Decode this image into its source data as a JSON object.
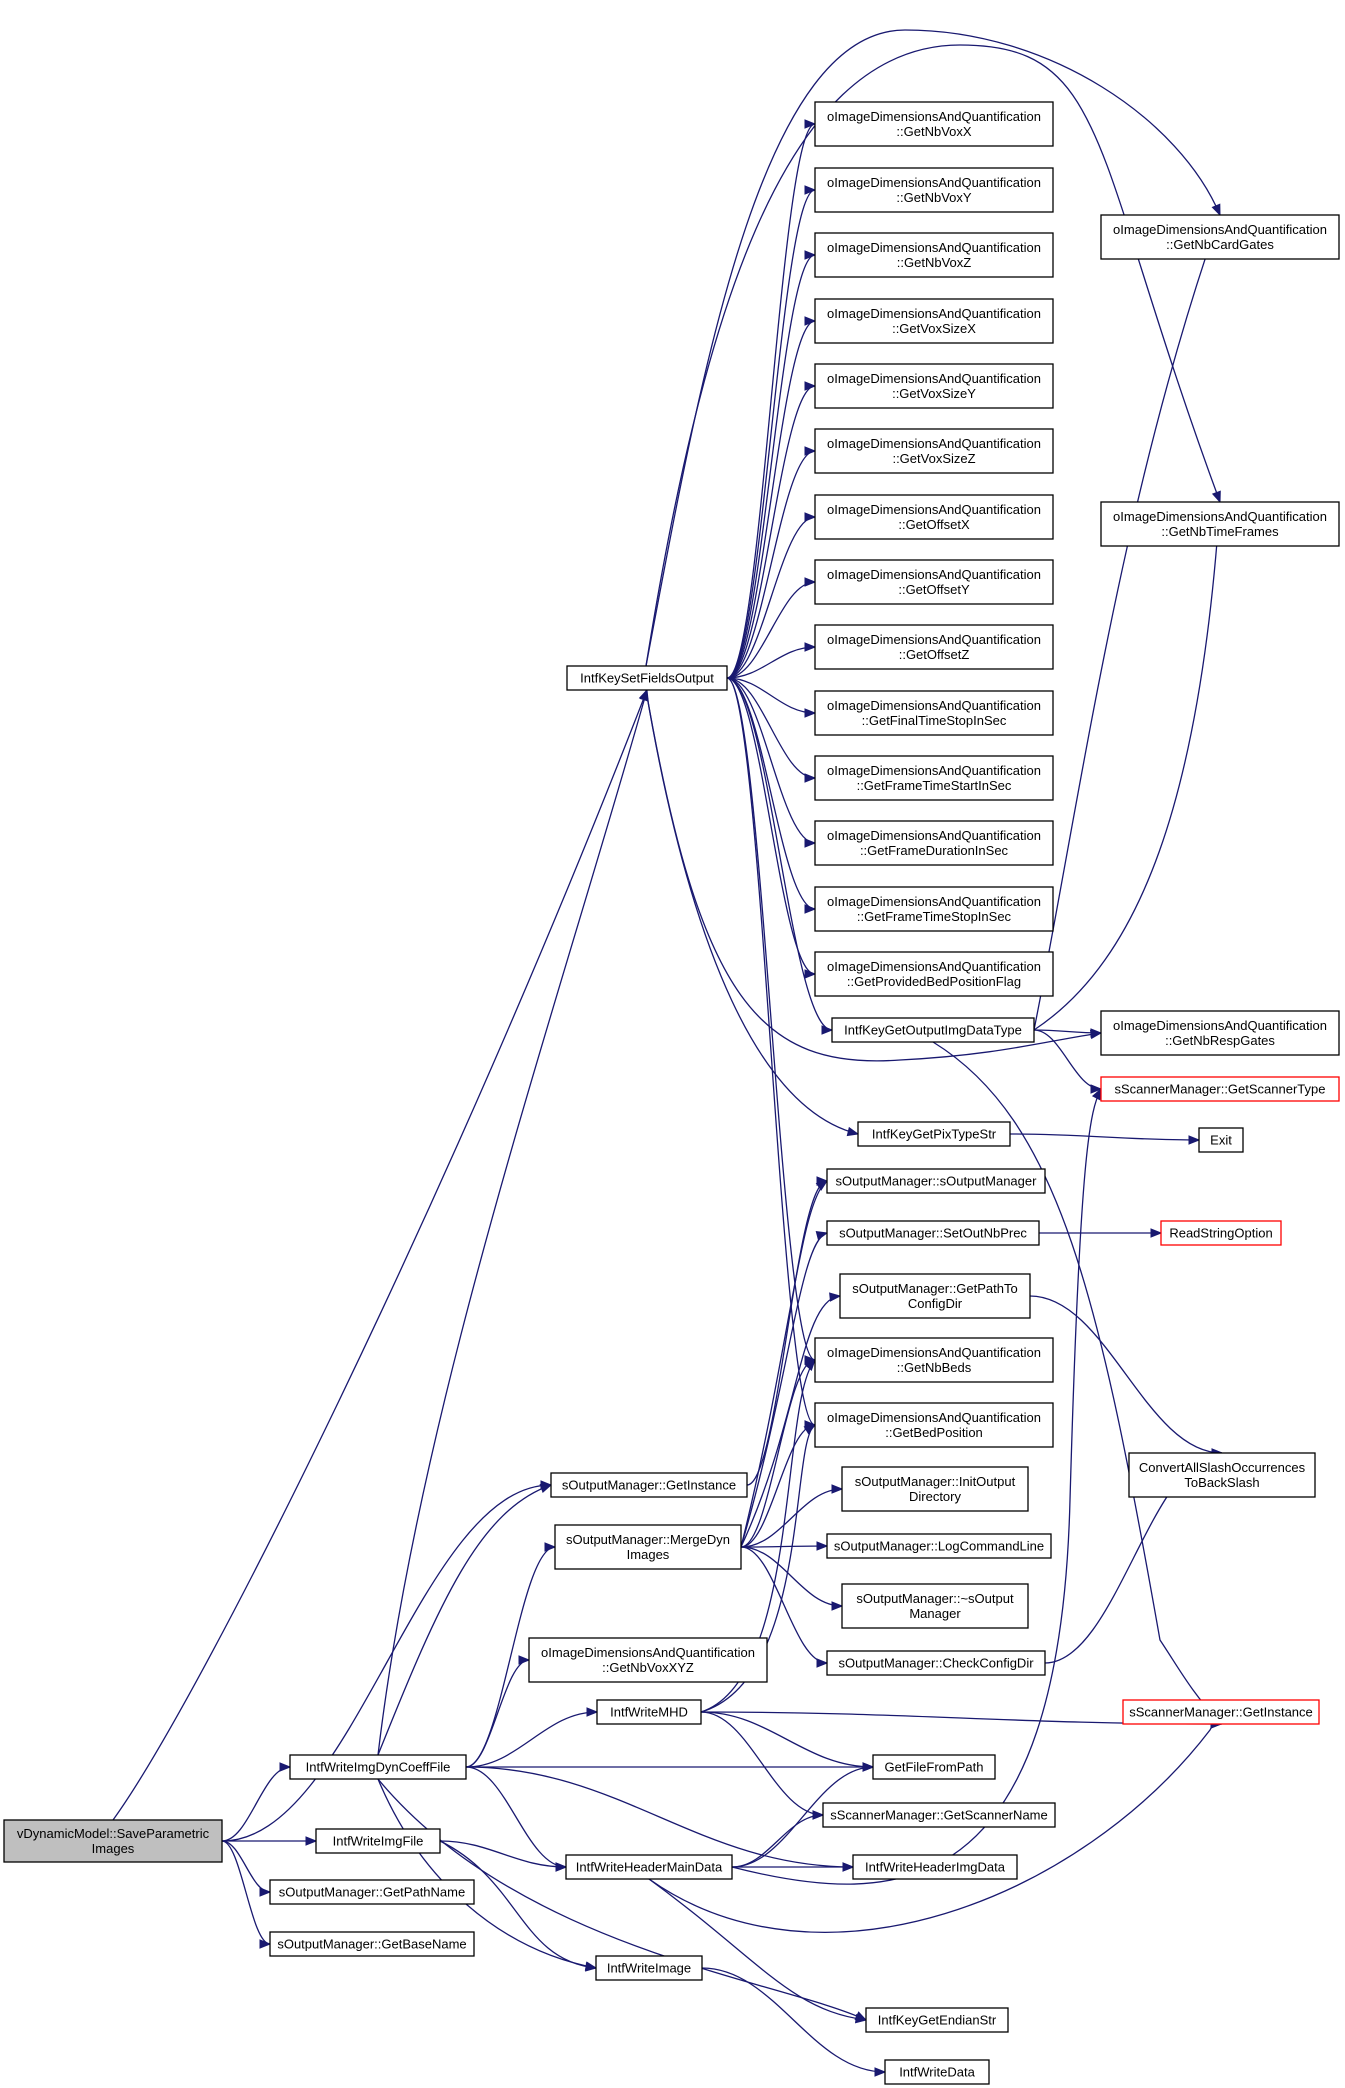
{
  "graph": {
    "nodes": [
      {
        "id": "root",
        "lines": [
          "vDynamicModel::SaveParametric",
          "Images"
        ]
      },
      {
        "id": "intf_key_set_fields_output",
        "lines": [
          "IntfKeySetFieldsOutput"
        ]
      },
      {
        "id": "get_nb_vox_x",
        "lines": [
          "oImageDimensionsAndQuantification",
          "::GetNbVoxX"
        ]
      },
      {
        "id": "get_nb_vox_y",
        "lines": [
          "oImageDimensionsAndQuantification",
          "::GetNbVoxY"
        ]
      },
      {
        "id": "get_nb_vox_z",
        "lines": [
          "oImageDimensionsAndQuantification",
          "::GetNbVoxZ"
        ]
      },
      {
        "id": "get_vox_size_x",
        "lines": [
          "oImageDimensionsAndQuantification",
          "::GetVoxSizeX"
        ]
      },
      {
        "id": "get_vox_size_y",
        "lines": [
          "oImageDimensionsAndQuantification",
          "::GetVoxSizeY"
        ]
      },
      {
        "id": "get_vox_size_z",
        "lines": [
          "oImageDimensionsAndQuantification",
          "::GetVoxSizeZ"
        ]
      },
      {
        "id": "get_offset_x",
        "lines": [
          "oImageDimensionsAndQuantification",
          "::GetOffsetX"
        ]
      },
      {
        "id": "get_offset_y",
        "lines": [
          "oImageDimensionsAndQuantification",
          "::GetOffsetY"
        ]
      },
      {
        "id": "get_offset_z",
        "lines": [
          "oImageDimensionsAndQuantification",
          "::GetOffsetZ"
        ]
      },
      {
        "id": "get_final_time_stop",
        "lines": [
          "oImageDimensionsAndQuantification",
          "::GetFinalTimeStopInSec"
        ]
      },
      {
        "id": "get_frame_time_start",
        "lines": [
          "oImageDimensionsAndQuantification",
          "::GetFrameTimeStartInSec"
        ]
      },
      {
        "id": "get_frame_duration",
        "lines": [
          "oImageDimensionsAndQuantification",
          "::GetFrameDurationInSec"
        ]
      },
      {
        "id": "get_frame_time_stop",
        "lines": [
          "oImageDimensionsAndQuantification",
          "::GetFrameTimeStopInSec"
        ]
      },
      {
        "id": "get_provided_bed_flag",
        "lines": [
          "oImageDimensionsAndQuantification",
          "::GetProvidedBedPositionFlag"
        ]
      },
      {
        "id": "intf_key_get_output_img_data_type",
        "lines": [
          "IntfKeyGetOutputImgDataType"
        ]
      },
      {
        "id": "intf_key_get_pix_type_str",
        "lines": [
          "IntfKeyGetPixTypeStr"
        ]
      },
      {
        "id": "get_nb_card_gates",
        "lines": [
          "oImageDimensionsAndQuantification",
          "::GetNbCardGates"
        ]
      },
      {
        "id": "get_nb_time_frames",
        "lines": [
          "oImageDimensionsAndQuantification",
          "::GetNbTimeFrames"
        ]
      },
      {
        "id": "get_nb_resp_gates",
        "lines": [
          "oImageDimensionsAndQuantification",
          "::GetNbRespGates"
        ]
      },
      {
        "id": "scanner_get_scanner_type",
        "lines": [
          "sScannerManager::GetScannerType"
        ],
        "red": true
      },
      {
        "id": "exit",
        "lines": [
          "Exit"
        ]
      },
      {
        "id": "output_manager_ctor",
        "lines": [
          "sOutputManager::sOutputManager"
        ]
      },
      {
        "id": "set_out_nb_prec",
        "lines": [
          "sOutputManager::SetOutNbPrec"
        ]
      },
      {
        "id": "read_string_option",
        "lines": [
          "ReadStringOption"
        ],
        "red": true
      },
      {
        "id": "get_path_to_config_dir",
        "lines": [
          "sOutputManager::GetPathTo",
          "ConfigDir"
        ]
      },
      {
        "id": "get_nb_beds",
        "lines": [
          "oImageDimensionsAndQuantification",
          "::GetNbBeds"
        ]
      },
      {
        "id": "get_bed_position",
        "lines": [
          "oImageDimensionsAndQuantification",
          "::GetBedPosition"
        ]
      },
      {
        "id": "convert_all_slash",
        "lines": [
          "ConvertAllSlashOccurrences",
          "ToBackSlash"
        ]
      },
      {
        "id": "output_get_instance",
        "lines": [
          "sOutputManager::GetInstance"
        ]
      },
      {
        "id": "init_output_directory",
        "lines": [
          "sOutputManager::InitOutput",
          "Directory"
        ]
      },
      {
        "id": "merge_dyn_images",
        "lines": [
          "sOutputManager::MergeDyn",
          "Images"
        ]
      },
      {
        "id": "log_command_line",
        "lines": [
          "sOutputManager::LogCommandLine"
        ]
      },
      {
        "id": "output_manager_dtor",
        "lines": [
          "sOutputManager::~sOutput",
          "Manager"
        ]
      },
      {
        "id": "get_nb_vox_xyz",
        "lines": [
          "oImageDimensionsAndQuantification",
          "::GetNbVoxXYZ"
        ]
      },
      {
        "id": "check_config_dir",
        "lines": [
          "sOutputManager::CheckConfigDir"
        ]
      },
      {
        "id": "intf_write_mhd",
        "lines": [
          "IntfWriteMHD"
        ]
      },
      {
        "id": "scanner_get_instance",
        "lines": [
          "sScannerManager::GetInstance"
        ],
        "red": true
      },
      {
        "id": "intf_write_img_dyn_coeff_file",
        "lines": [
          "IntfWriteImgDynCoeffFile"
        ]
      },
      {
        "id": "get_file_from_path",
        "lines": [
          "GetFileFromPath"
        ]
      },
      {
        "id": "scanner_get_scanner_name",
        "lines": [
          "sScannerManager::GetScannerName"
        ]
      },
      {
        "id": "intf_write_img_file",
        "lines": [
          "IntfWriteImgFile"
        ]
      },
      {
        "id": "intf_write_header_main_data",
        "lines": [
          "IntfWriteHeaderMainData"
        ]
      },
      {
        "id": "intf_write_header_img_data",
        "lines": [
          "IntfWriteHeaderImgData"
        ]
      },
      {
        "id": "get_path_name",
        "lines": [
          "sOutputManager::GetPathName"
        ]
      },
      {
        "id": "get_base_name",
        "lines": [
          "sOutputManager::GetBaseName"
        ]
      },
      {
        "id": "intf_write_image",
        "lines": [
          "IntfWriteImage"
        ]
      },
      {
        "id": "intf_key_get_endian_str",
        "lines": [
          "IntfKeyGetEndianStr"
        ]
      },
      {
        "id": "intf_write_data",
        "lines": [
          "IntfWriteData"
        ]
      }
    ],
    "edges": [
      [
        "root",
        "intf_key_set_fields_output"
      ],
      [
        "root",
        "output_get_instance"
      ],
      [
        "root",
        "intf_write_img_dyn_coeff_file"
      ],
      [
        "root",
        "intf_write_img_file"
      ],
      [
        "root",
        "get_path_name"
      ],
      [
        "root",
        "get_base_name"
      ],
      [
        "intf_key_set_fields_output",
        "get_nb_vox_x"
      ],
      [
        "intf_key_set_fields_output",
        "get_nb_vox_y"
      ],
      [
        "intf_key_set_fields_output",
        "get_nb_vox_z"
      ],
      [
        "intf_key_set_fields_output",
        "get_vox_size_x"
      ],
      [
        "intf_key_set_fields_output",
        "get_vox_size_y"
      ],
      [
        "intf_key_set_fields_output",
        "get_vox_size_z"
      ],
      [
        "intf_key_set_fields_output",
        "get_offset_x"
      ],
      [
        "intf_key_set_fields_output",
        "get_offset_y"
      ],
      [
        "intf_key_set_fields_output",
        "get_offset_z"
      ],
      [
        "intf_key_set_fields_output",
        "get_final_time_stop"
      ],
      [
        "intf_key_set_fields_output",
        "get_frame_time_start"
      ],
      [
        "intf_key_set_fields_output",
        "get_frame_duration"
      ],
      [
        "intf_key_set_fields_output",
        "get_frame_time_stop"
      ],
      [
        "intf_key_set_fields_output",
        "get_provided_bed_flag"
      ],
      [
        "intf_key_set_fields_output",
        "intf_key_get_output_img_data_type"
      ],
      [
        "intf_key_set_fields_output",
        "intf_key_get_pix_type_str"
      ],
      [
        "intf_key_set_fields_output",
        "get_nb_card_gates"
      ],
      [
        "intf_key_set_fields_output",
        "get_nb_time_frames"
      ],
      [
        "intf_key_set_fields_output",
        "get_nb_resp_gates"
      ],
      [
        "intf_key_set_fields_output",
        "get_nb_beds"
      ],
      [
        "intf_key_set_fields_output",
        "get_bed_position"
      ],
      [
        "intf_key_get_output_img_data_type",
        "get_nb_card_gates"
      ],
      [
        "intf_key_get_output_img_data_type",
        "get_nb_time_frames"
      ],
      [
        "intf_key_get_output_img_data_type",
        "get_nb_resp_gates"
      ],
      [
        "intf_key_get_output_img_data_type",
        "scanner_get_scanner_type"
      ],
      [
        "intf_key_get_output_img_data_type",
        "scanner_get_instance"
      ],
      [
        "intf_key_get_pix_type_str",
        "exit"
      ],
      [
        "set_out_nb_prec",
        "read_string_option"
      ],
      [
        "get_path_to_config_dir",
        "convert_all_slash"
      ],
      [
        "check_config_dir",
        "convert_all_slash"
      ],
      [
        "output_get_instance",
        "output_manager_ctor"
      ],
      [
        "merge_dyn_images",
        "output_manager_ctor"
      ],
      [
        "merge_dyn_images",
        "set_out_nb_prec"
      ],
      [
        "merge_dyn_images",
        "get_path_to_config_dir"
      ],
      [
        "merge_dyn_images",
        "get_nb_beds"
      ],
      [
        "merge_dyn_images",
        "get_bed_position"
      ],
      [
        "merge_dyn_images",
        "init_output_directory"
      ],
      [
        "merge_dyn_images",
        "log_command_line"
      ],
      [
        "merge_dyn_images",
        "output_manager_dtor"
      ],
      [
        "merge_dyn_images",
        "check_config_dir"
      ],
      [
        "intf_write_mhd",
        "get_nb_beds"
      ],
      [
        "intf_write_mhd",
        "get_bed_position"
      ],
      [
        "intf_write_mhd",
        "scanner_get_instance"
      ],
      [
        "intf_write_mhd",
        "get_file_from_path"
      ],
      [
        "intf_write_mhd",
        "scanner_get_scanner_name"
      ],
      [
        "intf_write_img_dyn_coeff_file",
        "intf_key_set_fields_output"
      ],
      [
        "intf_write_img_dyn_coeff_file",
        "output_get_instance"
      ],
      [
        "intf_write_img_dyn_coeff_file",
        "merge_dyn_images"
      ],
      [
        "intf_write_img_dyn_coeff_file",
        "get_nb_vox_xyz"
      ],
      [
        "intf_write_img_dyn_coeff_file",
        "intf_write_mhd"
      ],
      [
        "intf_write_img_dyn_coeff_file",
        "get_file_from_path"
      ],
      [
        "intf_write_img_dyn_coeff_file",
        "intf_write_header_main_data"
      ],
      [
        "intf_write_img_dyn_coeff_file",
        "intf_write_header_img_data"
      ],
      [
        "intf_write_img_dyn_coeff_file",
        "intf_write_image"
      ],
      [
        "intf_write_img_dyn_coeff_file",
        "intf_key_get_endian_str"
      ],
      [
        "intf_write_img_file",
        "intf_write_header_main_data"
      ],
      [
        "intf_write_img_file",
        "intf_write_image"
      ],
      [
        "intf_write_header_main_data",
        "get_file_from_path"
      ],
      [
        "intf_write_header_main_data",
        "scanner_get_scanner_name"
      ],
      [
        "intf_write_header_main_data",
        "intf_write_header_img_data"
      ],
      [
        "intf_write_header_main_data",
        "scanner_get_scanner_type"
      ],
      [
        "intf_write_header_main_data",
        "scanner_get_instance"
      ],
      [
        "intf_write_header_main_data",
        "intf_key_get_endian_str"
      ],
      [
        "intf_write_image",
        "intf_write_data"
      ]
    ]
  }
}
